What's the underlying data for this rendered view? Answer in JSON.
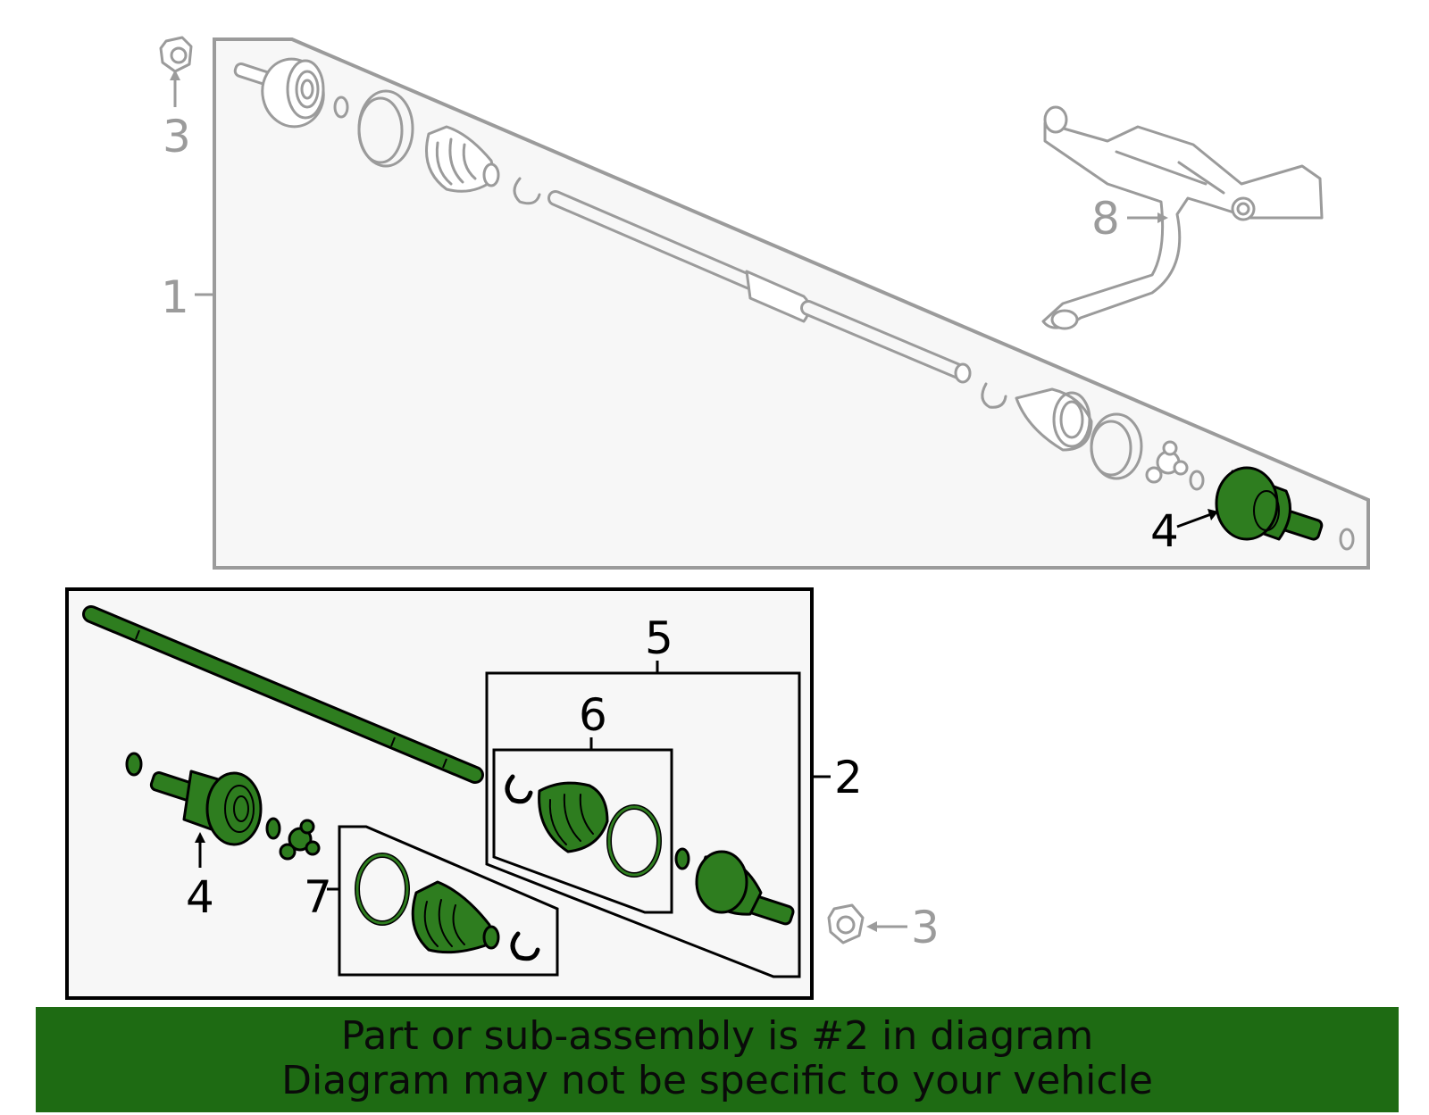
{
  "banner": {
    "line1": "Part or sub-assembly is #2 in diagram",
    "line2": "Diagram may not be specific to your vehicle",
    "background": "#1e6b13"
  },
  "colors": {
    "highlight_part": "#2e7d1f",
    "ghost_part": "#9b9b9b",
    "panel_fill": "#f7f7f7"
  },
  "callouts": {
    "c1": "1",
    "c2": "2",
    "c3_top": "3",
    "c3_bottom": "3",
    "c4_top": "4",
    "c4_bottom": "4",
    "c5": "5",
    "c6": "6",
    "c7": "7",
    "c8": "8"
  }
}
